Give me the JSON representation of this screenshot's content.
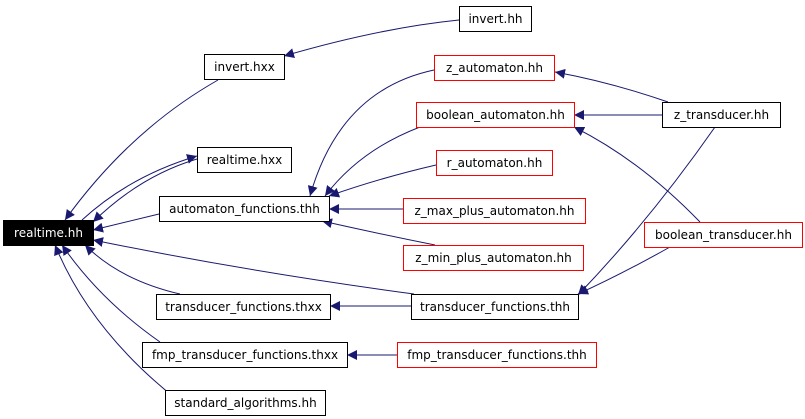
{
  "colors": {
    "edge": "#191970",
    "black_border": "#000000",
    "red_border": "#ff0000",
    "root_fill": "#000000",
    "root_text": "#ffffff",
    "text": "#000000",
    "background": "#ffffff"
  },
  "nodes": [
    {
      "id": "realtime_hh",
      "label": "realtime.hh",
      "style": "root"
    },
    {
      "id": "invert_hh",
      "label": "invert.hh",
      "style": "black"
    },
    {
      "id": "invert_hxx",
      "label": "invert.hxx",
      "style": "black"
    },
    {
      "id": "z_automaton_hh",
      "label": "z_automaton.hh",
      "style": "red"
    },
    {
      "id": "boolean_automaton_hh",
      "label": "boolean_automaton.hh",
      "style": "red"
    },
    {
      "id": "z_transducer_hh",
      "label": "z_transducer.hh",
      "style": "black"
    },
    {
      "id": "realtime_hxx",
      "label": "realtime.hxx",
      "style": "black"
    },
    {
      "id": "r_automaton_hh",
      "label": "r_automaton.hh",
      "style": "red"
    },
    {
      "id": "automaton_functions_thh",
      "label": "automaton_functions.thh",
      "style": "black"
    },
    {
      "id": "z_max_plus_automaton_hh",
      "label": "z_max_plus_automaton.hh",
      "style": "red"
    },
    {
      "id": "boolean_transducer_hh",
      "label": "boolean_transducer.hh",
      "style": "red"
    },
    {
      "id": "z_min_plus_automaton_hh",
      "label": "z_min_plus_automaton.hh",
      "style": "red"
    },
    {
      "id": "transducer_functions_thxx",
      "label": "transducer_functions.thxx",
      "style": "black"
    },
    {
      "id": "transducer_functions_thh",
      "label": "transducer_functions.thh",
      "style": "black"
    },
    {
      "id": "fmp_transducer_functions_thxx",
      "label": "fmp_transducer_functions.thxx",
      "style": "black"
    },
    {
      "id": "fmp_transducer_functions_thh",
      "label": "fmp_transducer_functions.thh",
      "style": "red"
    },
    {
      "id": "standard_algorithms_hh",
      "label": "standard_algorithms.hh",
      "style": "black"
    }
  ],
  "edges": [
    {
      "from": "invert_hh",
      "to": "invert_hxx"
    },
    {
      "from": "invert_hxx",
      "to": "realtime_hh"
    },
    {
      "from": "z_transducer_hh",
      "to": "z_automaton_hh"
    },
    {
      "from": "z_transducer_hh",
      "to": "boolean_automaton_hh"
    },
    {
      "from": "z_transducer_hh",
      "to": "transducer_functions_thh"
    },
    {
      "from": "boolean_transducer_hh",
      "to": "boolean_automaton_hh"
    },
    {
      "from": "boolean_transducer_hh",
      "to": "transducer_functions_thh"
    },
    {
      "from": "realtime_hxx",
      "to": "realtime_hh"
    },
    {
      "from": "realtime_hh",
      "to": "realtime_hxx"
    },
    {
      "from": "z_automaton_hh",
      "to": "automaton_functions_thh"
    },
    {
      "from": "boolean_automaton_hh",
      "to": "automaton_functions_thh"
    },
    {
      "from": "r_automaton_hh",
      "to": "automaton_functions_thh"
    },
    {
      "from": "z_max_plus_automaton_hh",
      "to": "automaton_functions_thh"
    },
    {
      "from": "z_min_plus_automaton_hh",
      "to": "automaton_functions_thh"
    },
    {
      "from": "automaton_functions_thh",
      "to": "realtime_hh"
    },
    {
      "from": "transducer_functions_thh",
      "to": "transducer_functions_thxx"
    },
    {
      "from": "transducer_functions_thh",
      "to": "realtime_hh"
    },
    {
      "from": "transducer_functions_thxx",
      "to": "realtime_hh"
    },
    {
      "from": "fmp_transducer_functions_thh",
      "to": "fmp_transducer_functions_thxx"
    },
    {
      "from": "fmp_transducer_functions_thxx",
      "to": "realtime_hh"
    },
    {
      "from": "standard_algorithms_hh",
      "to": "realtime_hh"
    }
  ]
}
